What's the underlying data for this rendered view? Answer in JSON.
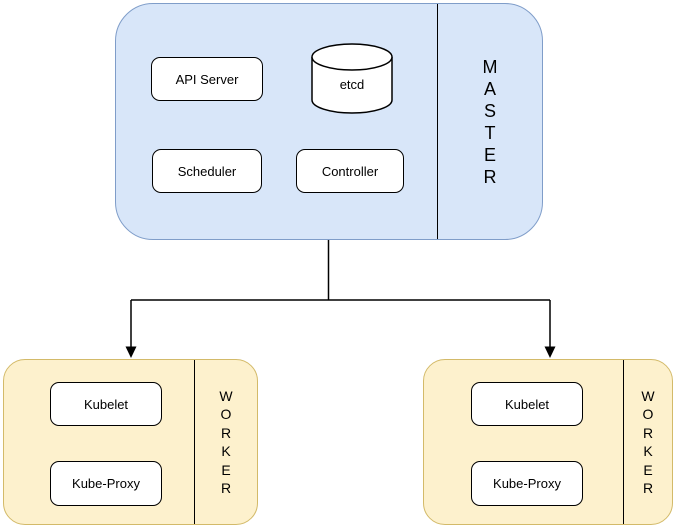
{
  "master": {
    "label": "MASTER",
    "label_vertical": "M\nA\nS\nT\nE\nR",
    "components": {
      "api_server": "API Server",
      "etcd": "etcd",
      "scheduler": "Scheduler",
      "controller": "Controller"
    }
  },
  "workers": [
    {
      "label": "WORKER",
      "label_vertical": "W\nO\nR\nK\nE\nR",
      "components": {
        "kubelet": "Kubelet",
        "kube_proxy": "Kube-Proxy"
      }
    },
    {
      "label": "WORKER",
      "label_vertical": "W\nO\nR\nK\nE\nR",
      "components": {
        "kubelet": "Kubelet",
        "kube_proxy": "Kube-Proxy"
      }
    }
  ],
  "colors": {
    "master_fill": "#d8e6f9",
    "master_border": "#7f9dc9",
    "worker_fill": "#fdf1cd",
    "worker_border": "#d3ba69",
    "component_fill": "#ffffff",
    "component_border": "#000000",
    "connector": "#000000",
    "text": "#000000",
    "background": "#ffffff"
  }
}
